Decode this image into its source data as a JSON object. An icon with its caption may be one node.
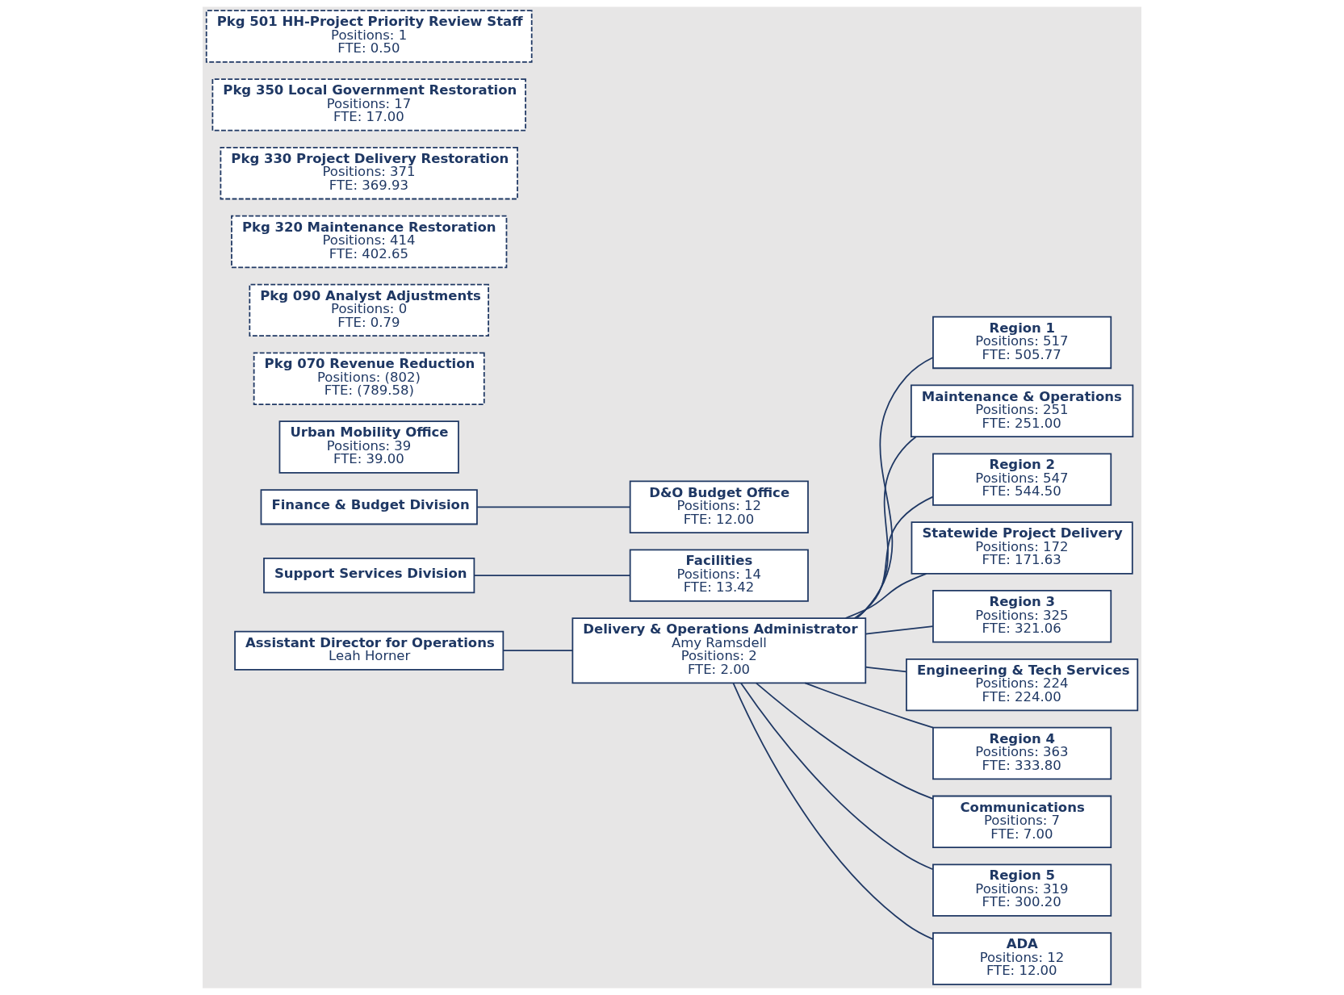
{
  "diagram": {
    "nodes": [
      {
        "text": [
          "Assistant Director for Operations",
          "Leah Horner"
        ]
      },
      {
        "text": [
          "Delivery & Operations Administrator",
          "Amy Ramsdell",
          "Positions: 2",
          "FTE: 2.00"
        ]
      },
      {
        "text": [
          "Region 1",
          "Positions: 517",
          "FTE: 505.77"
        ]
      },
      {
        "text": [
          "Maintenance & Operations",
          "Positions: 251",
          "FTE: 251.00"
        ]
      },
      {
        "text": [
          "Region 2",
          "Positions: 547",
          "FTE: 544.50"
        ]
      },
      {
        "text": [
          "Statewide Project Delivery",
          "Positions: 172",
          "FTE: 171.63"
        ]
      },
      {
        "text": [
          "Region 3",
          "Positions: 325",
          "FTE: 321.06"
        ]
      },
      {
        "text": [
          "Engineering & Tech Services",
          "Positions: 224",
          "FTE: 224.00"
        ]
      },
      {
        "text": [
          "Region 4",
          "Positions: 363",
          "FTE: 333.80"
        ]
      },
      {
        "text": [
          "Communications",
          "Positions: 7",
          "FTE: 7.00"
        ]
      },
      {
        "text": [
          "Region 5",
          "Positions: 319",
          "FTE: 300.20"
        ]
      },
      {
        "text": [
          "ADA",
          "Positions: 12",
          "FTE: 12.00"
        ]
      },
      {
        "text": [
          "Support Services Division"
        ]
      },
      {
        "text": [
          "Facilities",
          "Positions: 14",
          "FTE: 13.42"
        ]
      },
      {
        "text": [
          "Finance & Budget Division"
        ]
      },
      {
        "text": [
          "D&O Budget Office",
          "Positions: 12",
          "FTE: 12.00"
        ]
      },
      {
        "text": [
          "Urban Mobility Office",
          "Positions: 39",
          "FTE: 39.00"
        ]
      },
      {
        "text": [
          "Pkg 070 Revenue Reduction",
          "Positions: (802)",
          "FTE: (789.58)"
        ]
      },
      {
        "text": [
          "Pkg 090 Analyst Adjustments",
          "Positions: 0",
          "FTE: 0.79"
        ]
      },
      {
        "text": [
          "Pkg 320 Maintenance Restoration",
          "Positions: 414",
          "FTE: 402.65"
        ]
      },
      {
        "text": [
          "Pkg 330 Project Delivery Restoration",
          "Positions: 371",
          "FTE: 369.93"
        ]
      },
      {
        "text": [
          "Pkg 350 Local Government Restoration",
          "Positions: 17",
          "FTE: 17.00"
        ]
      },
      {
        "text": [
          "Pkg 501 HH-Project Priority Review Staff",
          "Positions: 1",
          "FTE: 0.50"
        ]
      }
    ],
    "edges": [
      {
        "from": 0,
        "to": 1,
        "arrow": "none"
      },
      {
        "from": 1,
        "to": 2,
        "arrow": "none"
      },
      {
        "from": 1,
        "to": 3,
        "arrow": "none"
      },
      {
        "from": 1,
        "to": 4,
        "arrow": "none"
      },
      {
        "from": 1,
        "to": 5,
        "arrow": "none"
      },
      {
        "from": 1,
        "to": 6,
        "arrow": "none"
      },
      {
        "from": 1,
        "to": 7,
        "arrow": "none"
      },
      {
        "from": 1,
        "to": 8,
        "arrow": "none"
      },
      {
        "from": 1,
        "to": 9,
        "arrow": "none"
      },
      {
        "from": 1,
        "to": 10,
        "arrow": "none"
      },
      {
        "from": 1,
        "to": 11,
        "arrow": "none"
      },
      {
        "from": 12,
        "to": 13,
        "arrow": "none"
      },
      {
        "from": 14,
        "to": 15,
        "arrow": "none"
      }
    ]
  }
}
